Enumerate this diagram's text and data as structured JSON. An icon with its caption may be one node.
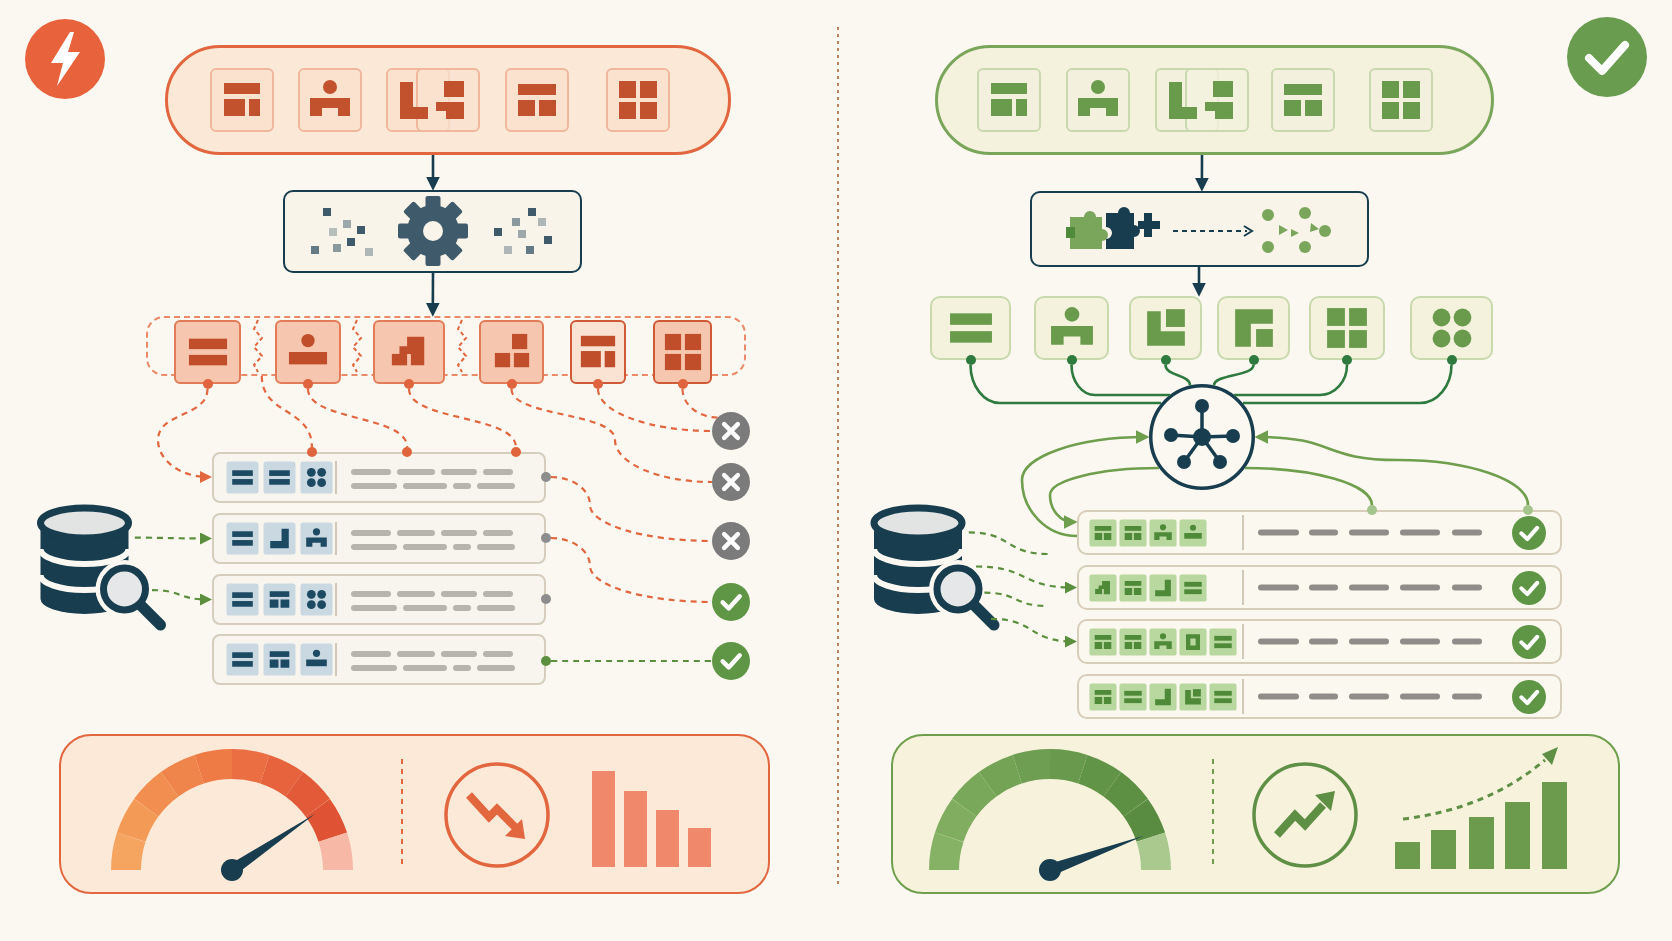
{
  "diagram": {
    "nodes": [
      {
        "text": [],
        "shape": "box"
      },
      {
        "text": [],
        "shape": "box"
      },
      {
        "text": [],
        "shape": "box"
      },
      {
        "text": [],
        "shape": "box"
      },
      {
        "text": [],
        "shape": "box"
      },
      {
        "text": [],
        "shape": "box"
      },
      {
        "text": [],
        "shape": "box"
      },
      {
        "text": [],
        "shape": "box"
      },
      {
        "text": [],
        "shape": "box"
      },
      {
        "text": [],
        "shape": "box"
      },
      {
        "text": [],
        "shape": "box"
      },
      {
        "text": [],
        "shape": "box"
      },
      {
        "text": [],
        "shape": "box"
      },
      {
        "text": [],
        "shape": "cylinder"
      },
      {
        "text": [],
        "shape": "circle"
      },
      {
        "text": [],
        "shape": "circle"
      },
      {
        "text": [],
        "shape": "circle"
      },
      {
        "text": [],
        "shape": "circle"
      },
      {
        "text": [],
        "shape": "circle"
      },
      {
        "text": [],
        "shape": "box"
      },
      {
        "text": [],
        "shape": "box"
      },
      {
        "text": [],
        "shape": "box"
      },
      {
        "text": [],
        "shape": "box"
      },
      {
        "text": [],
        "shape": "box"
      },
      {
        "text": [],
        "shape": "box"
      },
      {
        "text": [],
        "shape": "box"
      },
      {
        "text": [],
        "shape": "box"
      },
      {
        "text": [],
        "shape": "box"
      },
      {
        "text": [],
        "shape": "circle"
      },
      {
        "text": [],
        "shape": "box"
      },
      {
        "text": [],
        "shape": "box"
      },
      {
        "text": [],
        "shape": "box"
      },
      {
        "text": [],
        "shape": "box"
      },
      {
        "text": [],
        "shape": "cylinder"
      },
      {
        "text": [],
        "shape": "box"
      }
    ],
    "edges": [
      {
        "from": 0,
        "to": 1,
        "arrow": "to",
        "color": "#173d4f"
      },
      {
        "from": 1,
        "to": 2,
        "arrow": "to",
        "color": "#173d4f"
      },
      {
        "from": 3,
        "to": 9,
        "arrow": "to",
        "style": "dashed"
      },
      {
        "from": 2,
        "to": 9,
        "arrow": "none",
        "style": "dashed"
      },
      {
        "from": 4,
        "to": 9,
        "arrow": "none",
        "style": "dashed"
      },
      {
        "from": 5,
        "to": 9,
        "arrow": "none",
        "style": "dashed"
      },
      {
        "from": 6,
        "to": 15,
        "arrow": "none",
        "style": "dashed"
      },
      {
        "from": 7,
        "to": 14,
        "arrow": "none",
        "style": "dashed"
      },
      {
        "from": 8,
        "to": 14,
        "arrow": "none",
        "style": "dashed"
      },
      {
        "from": 9,
        "to": 16,
        "arrow": "none",
        "style": "dashed"
      },
      {
        "from": 10,
        "to": 17,
        "arrow": "none",
        "style": "dashed"
      },
      {
        "from": 12,
        "to": 18,
        "arrow": "none",
        "style": "dashed",
        "color": "#5b8f3d"
      },
      {
        "from": 13,
        "to": 10,
        "arrow": "to",
        "style": "dashed",
        "color": "#5b8f3d"
      },
      {
        "from": 13,
        "to": 11,
        "arrow": "to",
        "style": "dashed",
        "color": "#5b8f3d"
      },
      {
        "from": 20,
        "to": 21,
        "arrow": "to",
        "color": "#173d4f"
      },
      {
        "from": 21,
        "to": 24,
        "arrow": "to",
        "color": "#173d4f"
      },
      {
        "from": 22,
        "to": 28,
        "arrow": "none",
        "color": "#2f7a3f"
      },
      {
        "from": 23,
        "to": 28,
        "arrow": "none",
        "color": "#2f7a3f"
      },
      {
        "from": 24,
        "to": 28,
        "arrow": "none",
        "color": "#2f7a3f"
      },
      {
        "from": 25,
        "to": 28,
        "arrow": "none",
        "color": "#2f7a3f"
      },
      {
        "from": 26,
        "to": 28,
        "arrow": "none",
        "color": "#2f7a3f"
      },
      {
        "from": 27,
        "to": 28,
        "arrow": "none",
        "color": "#2f7a3f"
      },
      {
        "from": 29,
        "to": 28,
        "arrow": "to",
        "color": "#6f9e4c"
      },
      {
        "from": 28,
        "to": 29,
        "arrow": "to",
        "color": "#6f9e4c"
      },
      {
        "from": 29,
        "to": 28,
        "arrow": "to",
        "color": "#6f9e4c"
      },
      {
        "from": 28,
        "to": 29,
        "arrow": "none",
        "color": "#6f9e4c"
      },
      {
        "from": 33,
        "to": null,
        "arrow": "none",
        "style": "dashed",
        "color": "#5b8f3d"
      },
      {
        "from": 33,
        "to": 30,
        "arrow": "to",
        "style": "dashed",
        "color": "#5b8f3d"
      },
      {
        "from": 33,
        "to": null,
        "arrow": "none",
        "style": "dashed",
        "color": "#5b8f3d"
      },
      {
        "from": 33,
        "to": 31,
        "arrow": "to",
        "style": "dashed",
        "color": "#5b8f3d"
      }
    ]
  }
}
